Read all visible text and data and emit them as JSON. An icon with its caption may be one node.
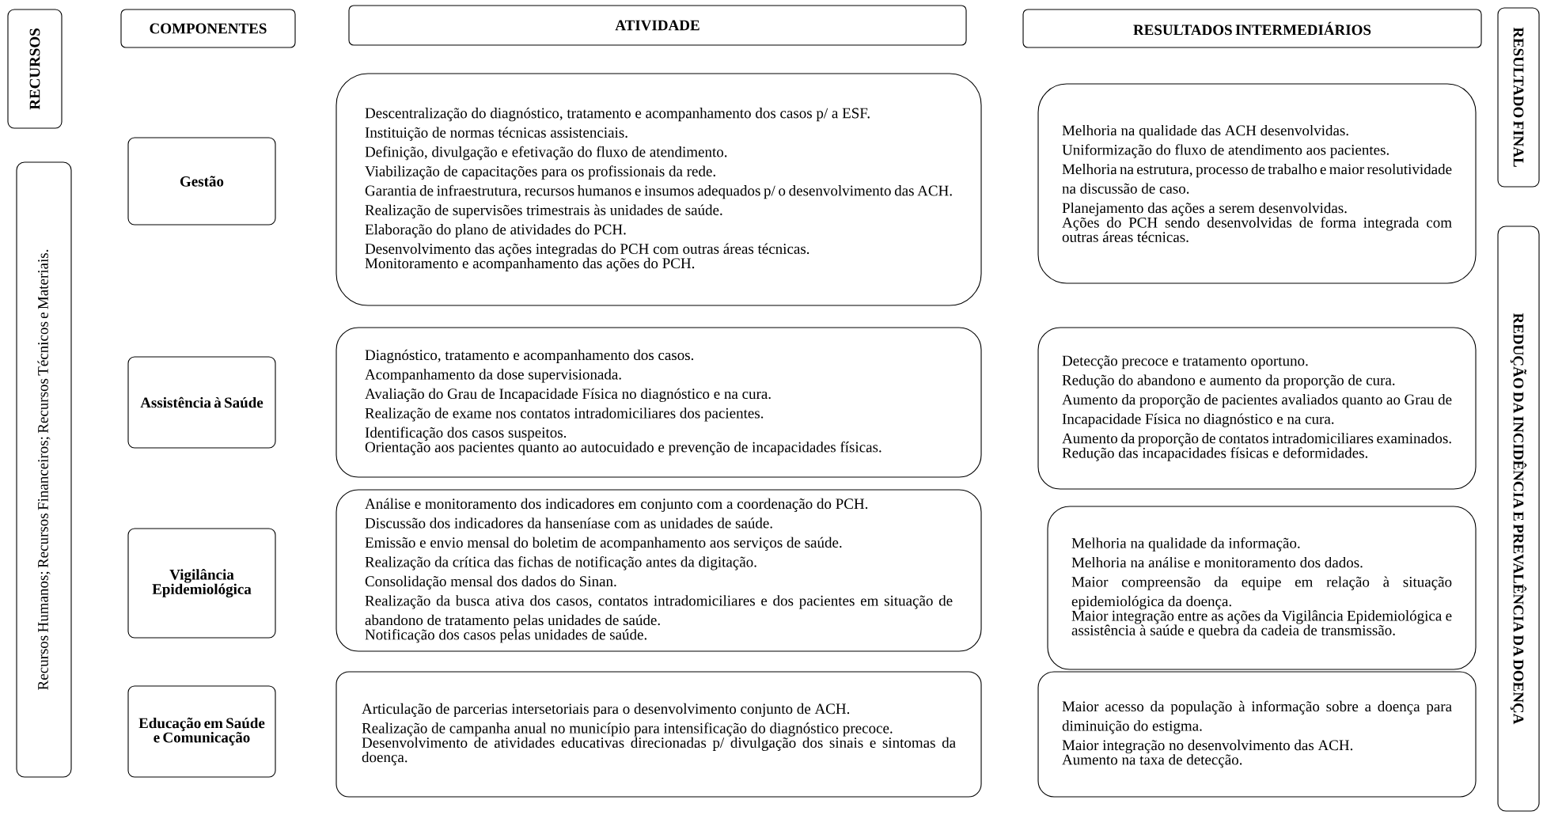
{
  "diagram": {
    "nodes": [
      {
        "text": [
          "RECURSOS"
        ]
      },
      {
        "text": [
          "COMPONENTES"
        ]
      },
      {
        "text": [
          "ATIVIDADE"
        ]
      },
      {
        "text": [
          "RESULTADOS INTERMEDIÁRIOS"
        ]
      },
      {
        "text": [
          "RESULTADO FINAL"
        ]
      },
      {
        "text": [
          "Recursos Humanos; Recursos Financeiros; Recursos Técnicos e Materiais."
        ]
      },
      {
        "text": [
          "Gestão"
        ]
      },
      {
        "text": [
          "Descentralização do diagnóstico, tratamento e acompanhamento dos casos p/ a ESF.",
          "Instituição de normas técnicas assistenciais.",
          "Definição, divulgação e efetivação do fluxo de atendimento.",
          "Viabilização de capacitações para os profissionais da rede.",
          "Garantia de infraestrutura, recursos humanos e insumos adequados p/ o desenvolvimento das ACH.",
          "Realização de supervisões trimestrais às unidades de saúde.",
          "Elaboração do plano de atividades do PCH.",
          "Desenvolvimento das ações integradas do PCH com outras áreas técnicas.",
          "Monitoramento e acompanhamento das ações do PCH."
        ]
      },
      {
        "text": [
          "Melhoria na qualidade das ACH desenvolvidas.",
          "Uniformização do fluxo de atendimento aos pacientes.",
          "Melhoria na estrutura, processo de trabalho e maior resolutividade na discussão de caso.",
          "Planejamento das ações a serem desenvolvidas.",
          "Ações do PCH sendo desenvolvidas de forma integrada com outras áreas técnicas."
        ]
      },
      {
        "text": [
          "Assistência à Saúde"
        ]
      },
      {
        "text": [
          "Diagnóstico, tratamento e acompanhamento dos casos.",
          "Acompanhamento da dose supervisionada.",
          "Avaliação do Grau de Incapacidade Física no diagnóstico e na cura.",
          "Realização de exame nos contatos intradomiciliares dos pacientes.",
          "Identificação dos casos suspeitos.",
          "Orientação aos pacientes quanto ao autocuidado e prevenção de incapacidades físicas."
        ]
      },
      {
        "text": [
          "Detecção precoce e tratamento oportuno.",
          "Redução do abandono e aumento da proporção de cura.",
          "Aumento da proporção de pacientes avaliados quanto ao Grau de Incapacidade Física no diagnóstico e na cura.",
          "Aumento da proporção de contatos intradomiciliares examinados.",
          "Redução das incapacidades físicas e deformidades."
        ]
      },
      {
        "text": [
          "Vigilância Epidemiológica"
        ]
      },
      {
        "text": [
          "Análise e monitoramento dos indicadores em conjunto com a coordenação do PCH.",
          "Discussão dos indicadores da hanseníase com as unidades de saúde.",
          "Emissão e envio mensal do boletim de acompanhamento aos serviços de saúde.",
          "Realização da crítica das fichas de notificação antes da digitação.",
          "Consolidação mensal dos dados do Sinan.",
          "Realização da busca ativa dos casos, contatos intradomiciliares e dos pacientes em situação de abandono de tratamento pelas unidades de saúde.",
          "Notificação dos casos pelas unidades de saúde."
        ]
      },
      {
        "text": [
          "Melhoria na qualidade da informação.",
          "Melhoria na análise e monitoramento dos dados.",
          "Maior compreensão da equipe em relação à situação epidemiológica da doença.",
          "Maior integração entre as ações da Vigilância Epidemiológica e assistência à saúde e quebra da cadeia de transmissão."
        ]
      },
      {
        "text": [
          "Educação em Saúde e Comunicação"
        ]
      },
      {
        "text": [
          "Articulação de parcerias intersetoriais para o desenvolvimento conjunto de ACH.",
          "Realização de campanha anual no município para intensificação do diagnóstico precoce.",
          "Desenvolvimento de atividades educativas direcionadas p/ divulgação dos sinais e sintomas da doença."
        ]
      },
      {
        "text": [
          "Maior acesso da população à informação sobre a doença para diminuição do estigma.",
          "Maior integração no desenvolvimento das ACH.",
          "Aumento na taxa de detecção."
        ]
      },
      {
        "text": [
          "REDUÇÃO DA INCIDÊNCIA E PREVALÊNCIA DA DOENÇA"
        ]
      }
    ]
  }
}
